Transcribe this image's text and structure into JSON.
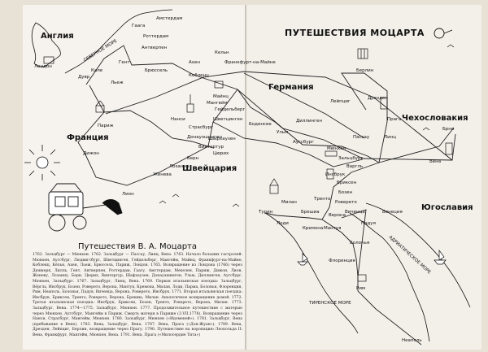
{
  "title": "ПУТЕШЕСТВИЯ МОЦАРТА",
  "caption": "Путешествия В. А. Моцарта",
  "sea_labels": {
    "north_sea": "СЕВЕРНОЕ МОРЕ",
    "adriatic": "АДРИАТИЧЕСКОЕ МОРЕ",
    "tyrrhenian": "ТИРЕНСКОЕ МОРЕ"
  },
  "countries": {
    "england": "Англия",
    "france": "Франция",
    "switzerland": "Швейцария",
    "germany": "Германия",
    "czech": "Чехословакия",
    "yugoslavia": "Югославия"
  },
  "cities": {
    "amsterdam": "Амстердам",
    "rotterdam": "Роттердам",
    "hague": "Гаага",
    "antwerp": "Антверпен",
    "gent": "Гент",
    "brussels": "Брюссель",
    "london": "Лондон",
    "dover": "Дувр",
    "calais": "Кале",
    "liege": "Льеж",
    "aachen": "Ахен",
    "cologne": "Кельн",
    "koblenz": "Кобленц",
    "frankfurt": "Франкфурт-на-Майне",
    "mainz": "Майнц",
    "paris": "Париж",
    "nancy": "Нанси",
    "strasbourg": "Страсбург",
    "mannheim": "Мангейм",
    "schwetzingen": "Шветцинген",
    "heidelberg": "Гейдельберг",
    "donaueschingen": "Донауэшинген",
    "winterthur": "Винтертур",
    "schaffhausen": "Шафхаузен",
    "zurich": "Цюрих",
    "dijon": "Дижон",
    "lyon": "Лион",
    "geneva": "Женева",
    "lausanne": "Лозанна",
    "bern": "Берн",
    "ulm": "Ульм",
    "augsburg": "Аугсбург",
    "dillingen": "Диллинген",
    "bodensee": "Боденсее",
    "munich": "Мюнхен",
    "salzburg": "Зальцбург",
    "passau": "Пассау",
    "linz": "Линц",
    "vienna": "Вена",
    "brno": "Брно",
    "prague": "Прага",
    "dresden": "Дрезден",
    "leipzig": "Лейпциг",
    "berlin": "Берлин",
    "innsbruck": "Инсбрук",
    "brixen": "Бриксен",
    "bozen": "Бозен",
    "trento": "Тренто",
    "rovereto": "Роверето",
    "verona": "Верона",
    "vicenza": "Виченца",
    "venice": "Венеция",
    "padua": "Падуя",
    "brescia": "Брешиа",
    "milan": "Милан",
    "turin": "Турин",
    "lodi": "Лоди",
    "cremona": "Кремона",
    "mantua": "Мантуя",
    "bologna": "Болонья",
    "florence": "Флоренция",
    "rome": "Рим",
    "naples": "Неаполь",
    "wargel": "Варгль"
  },
  "chronology": "1762. Зальцбург — Мюнхен. 1762. Зальцбург — Пассау, Линц, Вена. 1763. Начало больших гастролей: Мюнхен, Аугсбург, Людвигсбург, Шветцинген, Гейдельберг, Мангейм, Майнц, Франкфурт-на-Майне, Кобленц, Кёльн, Ахен, Льеж, Брюссель, Париж, Лондон. 1765. Возвращение из Лондона (1766) через Дюнкерк, Лилль, Гент, Антверпен, Роттердам, Гаагу, Амстердам, Мехелен, Париж, Дижон, Лион, Женеву, Лозанну, Берн, Цюрих, Винтертур, Шафхаузен, Донауэшинген, Ульм, Диллинген, Аугсбург, Мюнхен, Зальцбург. 1767. Зальцбург, Линц, Вена. 1769. Первая итальянская поездка: Зальцбург, Вёргль, Инсбрук, Бозен, Роверето, Верона, Мантуя, Кремона, Милан, Лоди, Парма, Болонья, Флоренция, Рим, Неаполь, Болонья, Падуя, Виченца, Верона, Роверето, Инсбрук. 1771. Вторая итальянская поездка: Инсбрук, Бриксен, Тренто, Роверето, Верона, Брешиа, Милан. Аналогичное возвращение домой. 1772. Третья итальянская поездка: Инсбрук, Бриксен, Бозен, Тренто, Роверето, Верона, Милан. 1773. Зальцбург, Вена. 1774—1775. Зальцбург, Мюнхен. 1777. Продолжительное путешествие с матерью через Мюнхен, Аугсбург, Мангейм в Париж. Смерть матери в Париже (3.VII.1778). Возвращение через Нанси, Страсбург, Мангейм, Мюнхен. 1780. Зальцбург, Мюнхен («Идоменей»). 1781. Зальцбург, Вена (пребывание в Вене). 1783. Вена, Зальцбург, Вена. 1787. Вена, Прага («Дон-Жуан»). 1789. Вена, Дрезден, Лейпциг, Берлин, возвращение через Прагу. 1790. Путешествие на коронацию Леопольда II: Вена, Франкфурт, Мангейм, Мюнхен, Вена. 1791. Вена, Прага («Милосердие Тита»)"
}
